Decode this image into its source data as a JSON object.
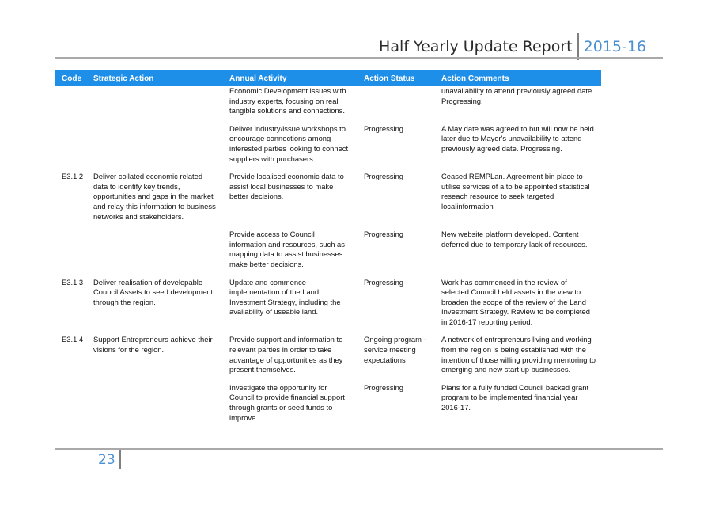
{
  "header": {
    "title": "Half Yearly Update Report",
    "year": "2015-16"
  },
  "table": {
    "columns": [
      "Code",
      "Strategic Action",
      "Annual Activity",
      "Action Status",
      "Action Comments"
    ],
    "rows": [
      {
        "code": "",
        "strategic_action": "",
        "annual_activity": "Economic Development issues with industry experts, focusing on real tangible solutions and connections.",
        "action_status": "",
        "action_comments": "unavailability to attend previously agreed date.  Progressing."
      },
      {
        "code": "",
        "strategic_action": "",
        "annual_activity": "Deliver industry/issue workshops to encourage connections among interested parties looking to connect suppliers with purchasers.",
        "action_status": "Progressing",
        "action_comments": "A May date was agreed to but will now be held later due to Mayor's unavailability to attend previously agreed date.  Progressing."
      },
      {
        "code": "E3.1.2",
        "strategic_action": "Deliver collated economic related data to identify key trends, opportunities and gaps in the market and relay this information to business networks and stakeholders.",
        "annual_activity": "Provide localised economic data to assist local businesses to make better decisions.",
        "action_status": "Progressing",
        "action_comments": "Ceased REMPLan.  Agreement bin place to utilise services of a to be appointed statistical reseach resource to seek targeted localinformation"
      },
      {
        "code": "",
        "strategic_action": "",
        "annual_activity": "Provide access to Council information and resources, such as mapping data to assist businesses make better decisions.",
        "action_status": "Progressing",
        "action_comments": "New website platform developed. Content deferred due to temporary lack of resources."
      },
      {
        "code": "E3.1.3",
        "strategic_action": "Deliver realisation of developable Council Assets to seed development through the region.",
        "annual_activity": "Update and commence implementation of the Land Investment Strategy, including the availability of useable land.",
        "action_status": "Progressing",
        "action_comments": "Work has commenced in the review of selected Council held assets in the view to broaden the scope of the review of the Land Investment Strategy.  Review to be completed in 2016-17 reporting period."
      },
      {
        "code": "E3.1.4",
        "strategic_action": "Support Entrepreneurs achieve their visions for the region.",
        "annual_activity": "Provide support and information to relevant parties in order to take advantage of opportunities as they present themselves.",
        "action_status": "Ongoing program - service meeting expectations",
        "action_comments": "A network of entrepreneurs living and working from the region is being established with the intention of those willing providing mentoring to emerging and new start up businesses."
      },
      {
        "code": "",
        "strategic_action": "",
        "annual_activity": "Investigate the opportunity for Council to provide financial support through grants or seed funds to improve",
        "action_status": "Progressing",
        "action_comments": "Plans for a fully funded Council backed grant program to be implemented financial year 2016-17."
      }
    ]
  },
  "footer": {
    "page_number": "23"
  }
}
